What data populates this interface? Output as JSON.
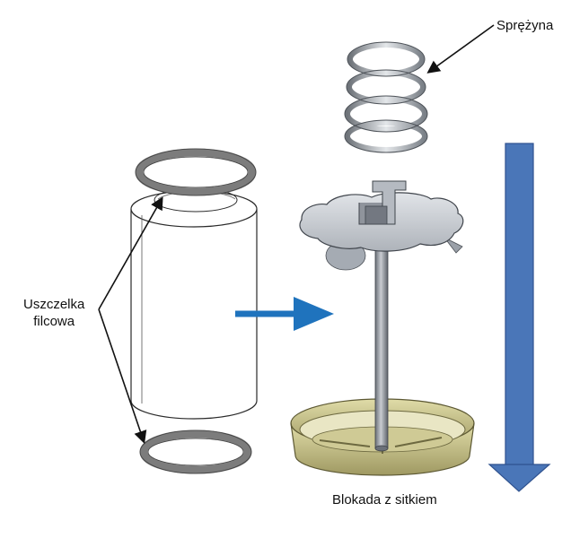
{
  "labels": {
    "spring": "Sprężyna",
    "felt_seal_line1": "Uszczelka",
    "felt_seal_line2": "filcowa",
    "lock_with_sieve": "Blokada z sitkiem"
  },
  "colors": {
    "assembly_arrow": "#1f73bd",
    "vertical_arrow": "#4a76b8",
    "vertical_arrow_outline": "#2f528f",
    "felt_ring": "#8a8a8a",
    "spring_coil": "#9aa0a6",
    "plate": "#d2d6dc",
    "base_rim": "#b8b37e",
    "leader_lines": "#111111"
  },
  "icons": {
    "assembly_arrow": "right-arrow-icon",
    "direction_arrow": "down-arrow-icon"
  }
}
